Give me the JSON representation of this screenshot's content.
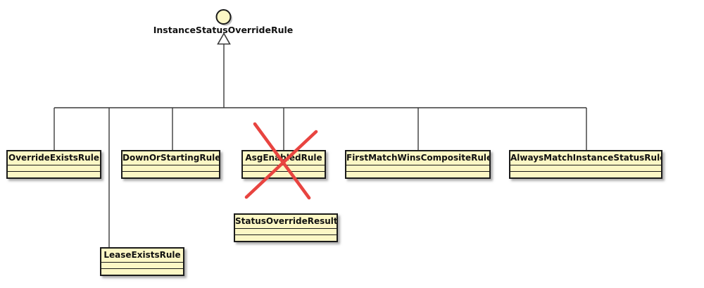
{
  "diagram": {
    "type": "uml-class-diagram",
    "interface_node": {
      "label": "InstanceStatusOverrideRule",
      "shape": "lollipop-circle"
    },
    "classes": [
      {
        "name": "OverrideExistsRule",
        "fields": [],
        "methods": [],
        "crossed_out": false
      },
      {
        "name": "DownOrStartingRule",
        "fields": [],
        "methods": [],
        "crossed_out": false
      },
      {
        "name": "AsgEnabledRule",
        "fields": [],
        "methods": [],
        "crossed_out": true
      },
      {
        "name": "FirstMatchWinsCompositeRule",
        "fields": [],
        "methods": [],
        "crossed_out": false
      },
      {
        "name": "AlwaysMatchInstanceStatusRule",
        "fields": [],
        "methods": [],
        "crossed_out": false
      },
      {
        "name": "StatusOverrideResult",
        "fields": [],
        "methods": [],
        "crossed_out": false
      },
      {
        "name": "LeaseExistsRule",
        "fields": [],
        "methods": [],
        "crossed_out": false
      }
    ],
    "annotations": [
      {
        "type": "red-cross",
        "target": "AsgEnabledRule"
      }
    ],
    "colors": {
      "background": "#FFFFFF",
      "node_fill": "#FCF7C5",
      "node_border": "#1B1B1B",
      "connector": "#3A3A3A",
      "cross_annotation": "#E84440"
    }
  }
}
